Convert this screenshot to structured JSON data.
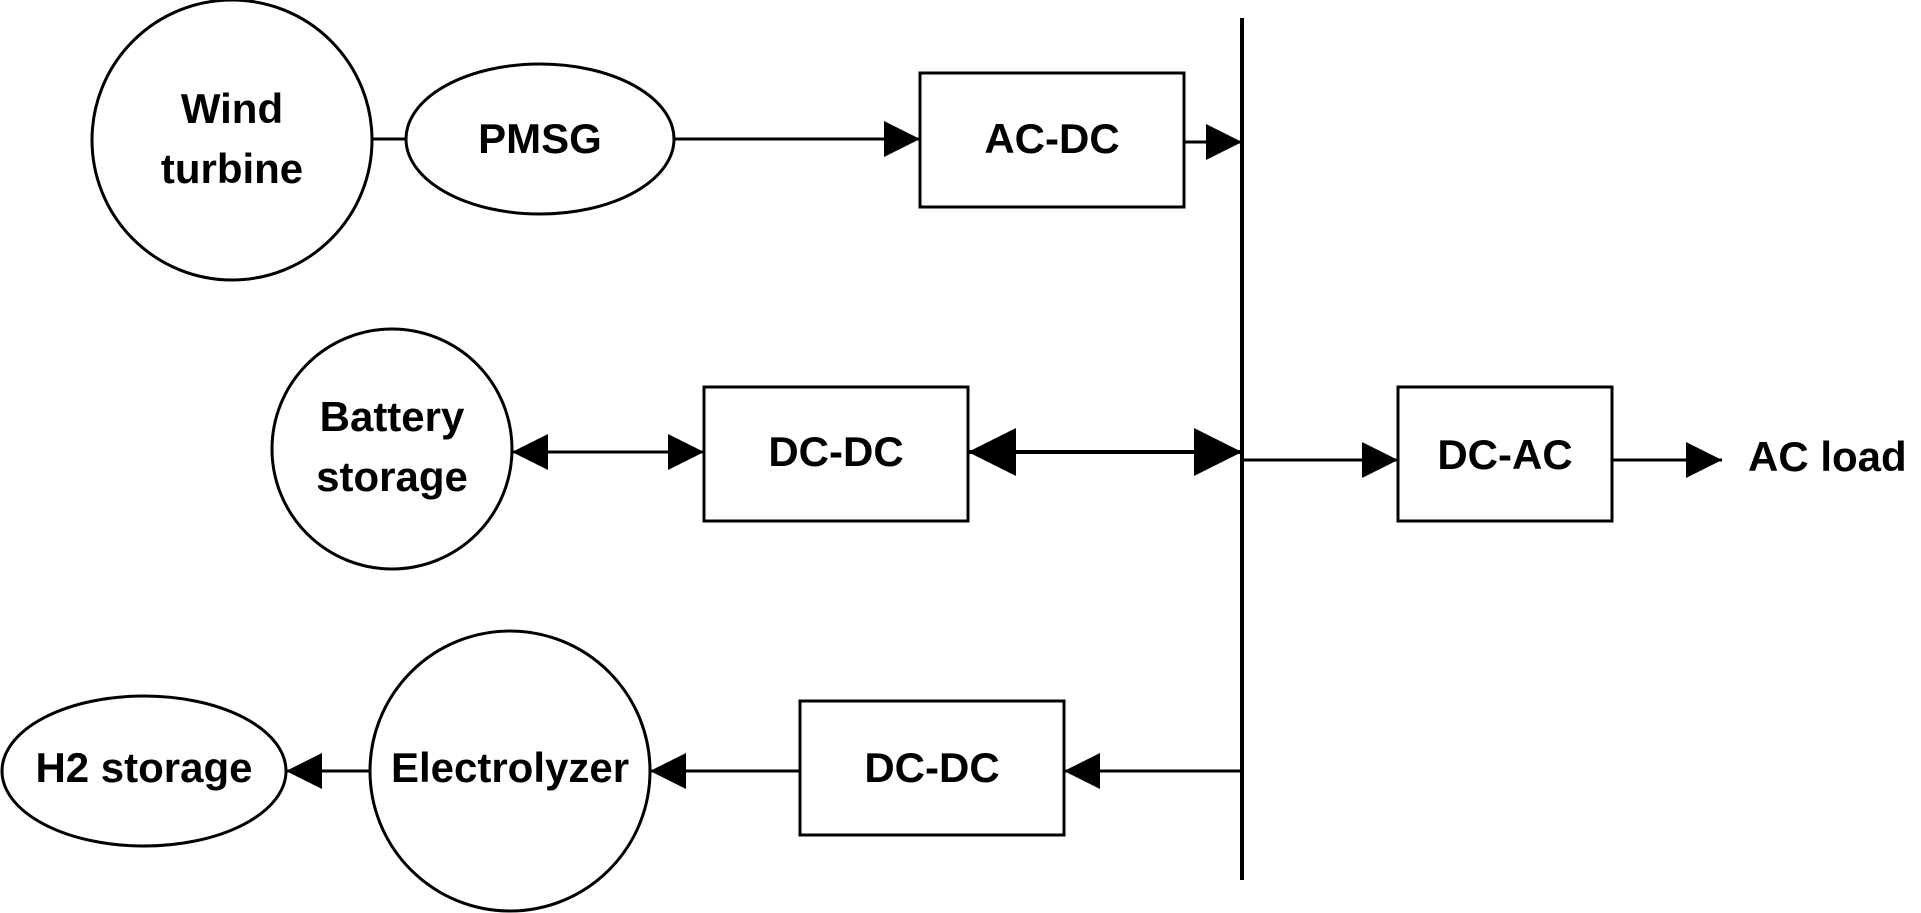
{
  "nodes": {
    "wind_turbine": {
      "line1": "Wind",
      "line2": "turbine"
    },
    "pmsg": {
      "label": "PMSG"
    },
    "ac_dc": {
      "label": "AC-DC"
    },
    "battery_storage": {
      "line1": "Battery",
      "line2": "storage"
    },
    "dc_dc_battery": {
      "label": "DC-DC"
    },
    "dc_ac": {
      "label": "DC-AC"
    },
    "ac_load": {
      "label": "AC load"
    },
    "h2_storage": {
      "label": "H2 storage"
    },
    "electrolyzer": {
      "label": "Electrolyzer"
    },
    "dc_dc_electrolyzer": {
      "label": "DC-DC"
    }
  },
  "colors": {
    "stroke": "#000000",
    "background": "#ffffff"
  }
}
